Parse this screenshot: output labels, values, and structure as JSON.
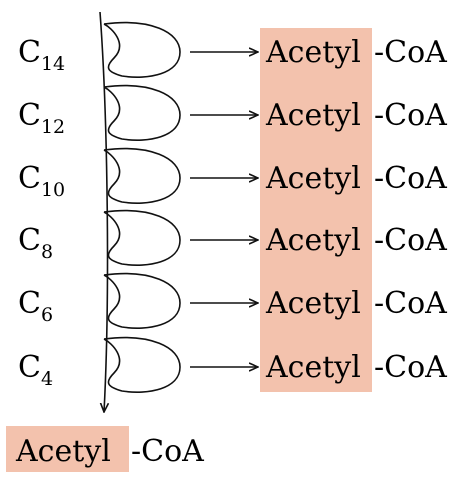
{
  "cycles": [
    {
      "base": "C",
      "sub": "14",
      "product": "Acetyl",
      "suffix": "-CoA"
    },
    {
      "base": "C",
      "sub": "12",
      "product": "Acetyl",
      "suffix": "-CoA"
    },
    {
      "base": "C",
      "sub": "10",
      "product": "Acetyl",
      "suffix": "-CoA"
    },
    {
      "base": "C",
      "sub": "8",
      "product": "Acetyl",
      "suffix": "-CoA"
    },
    {
      "base": "C",
      "sub": "6",
      "product": "Acetyl",
      "suffix": "-CoA"
    },
    {
      "base": "C",
      "sub": "4",
      "product": "Acetyl",
      "suffix": "-CoA"
    }
  ],
  "final_product": {
    "product": "Acetyl",
    "suffix": "-CoA"
  },
  "colors": {
    "highlight": "#f3c2ad",
    "ink": "#111111"
  }
}
